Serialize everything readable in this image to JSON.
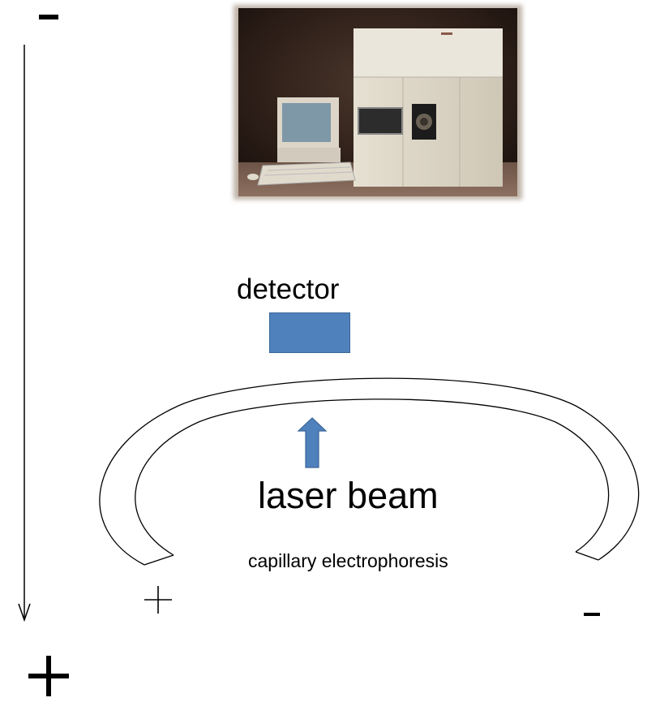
{
  "diagram": {
    "labels": {
      "detector": "detector",
      "laser_beam": "laser beam",
      "capillary_electrophoresis": "capillary electrophoresis"
    },
    "polarity": {
      "top_symbol": "-",
      "bottom_symbol": "+",
      "capillary_left": "+",
      "capillary_right": "-"
    },
    "colors": {
      "detector": "#4f81bd",
      "laser_arrow": "#4f81bd",
      "lines": "#000000"
    },
    "photo": {
      "subject": "capillary electrophoresis instrument with computer workstation"
    }
  }
}
